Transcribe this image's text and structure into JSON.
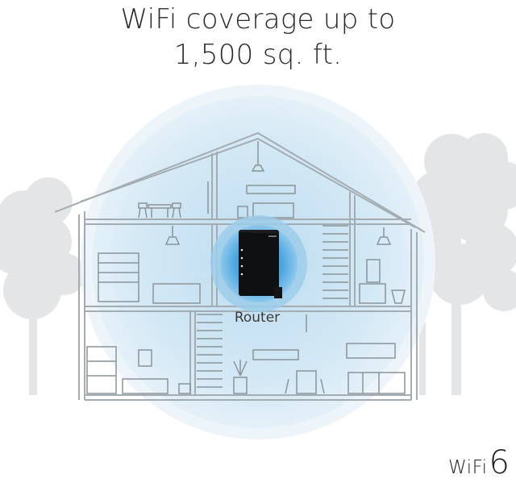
{
  "headline": {
    "line1": "WiFi coverage up to",
    "line2": "1,500 sq. ft."
  },
  "router": {
    "label": "Router"
  },
  "badge": {
    "text": "WiFi",
    "number": "6"
  },
  "colors": {
    "coverage_outer": "#eaf3f9",
    "coverage_inner": "#c8e2f2",
    "router_glow": "#5aaee0",
    "house_line": "#9aa4aa",
    "tree": "#e6e7e8"
  }
}
